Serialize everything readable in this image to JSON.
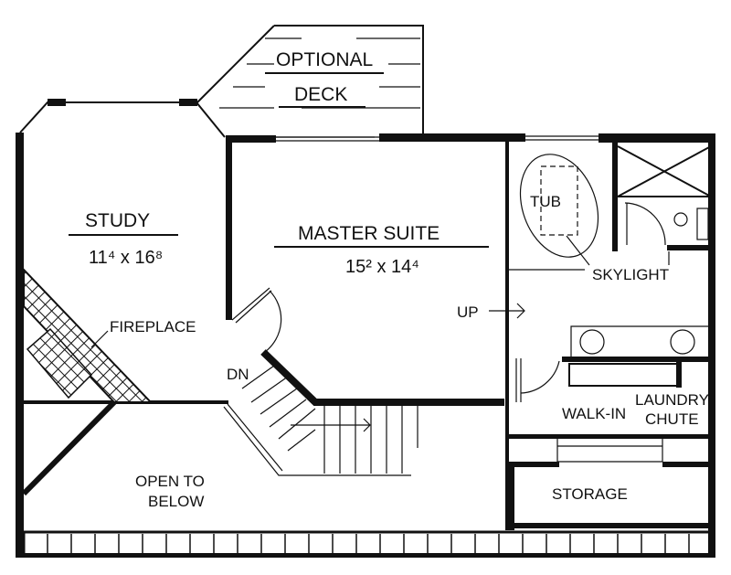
{
  "plan": {
    "deck": {
      "line1": "OPTIONAL",
      "line2": "DECK"
    },
    "study": {
      "name": "STUDY",
      "size": "11⁴ x 16⁸"
    },
    "master_suite": {
      "name": "MASTER SUITE",
      "size": "15² x 14⁴"
    },
    "tub": "TUB",
    "skylight": "SKYLIGHT",
    "up": "UP",
    "dn": "DN",
    "fireplace": "FIREPLACE",
    "walk_in": "WALK-IN",
    "laundry_chute": {
      "line1": "LAUNDRY",
      "line2": "CHUTE"
    },
    "open_to_below": {
      "line1": "OPEN  TO",
      "line2": "BELOW"
    },
    "storage": "STORAGE"
  }
}
